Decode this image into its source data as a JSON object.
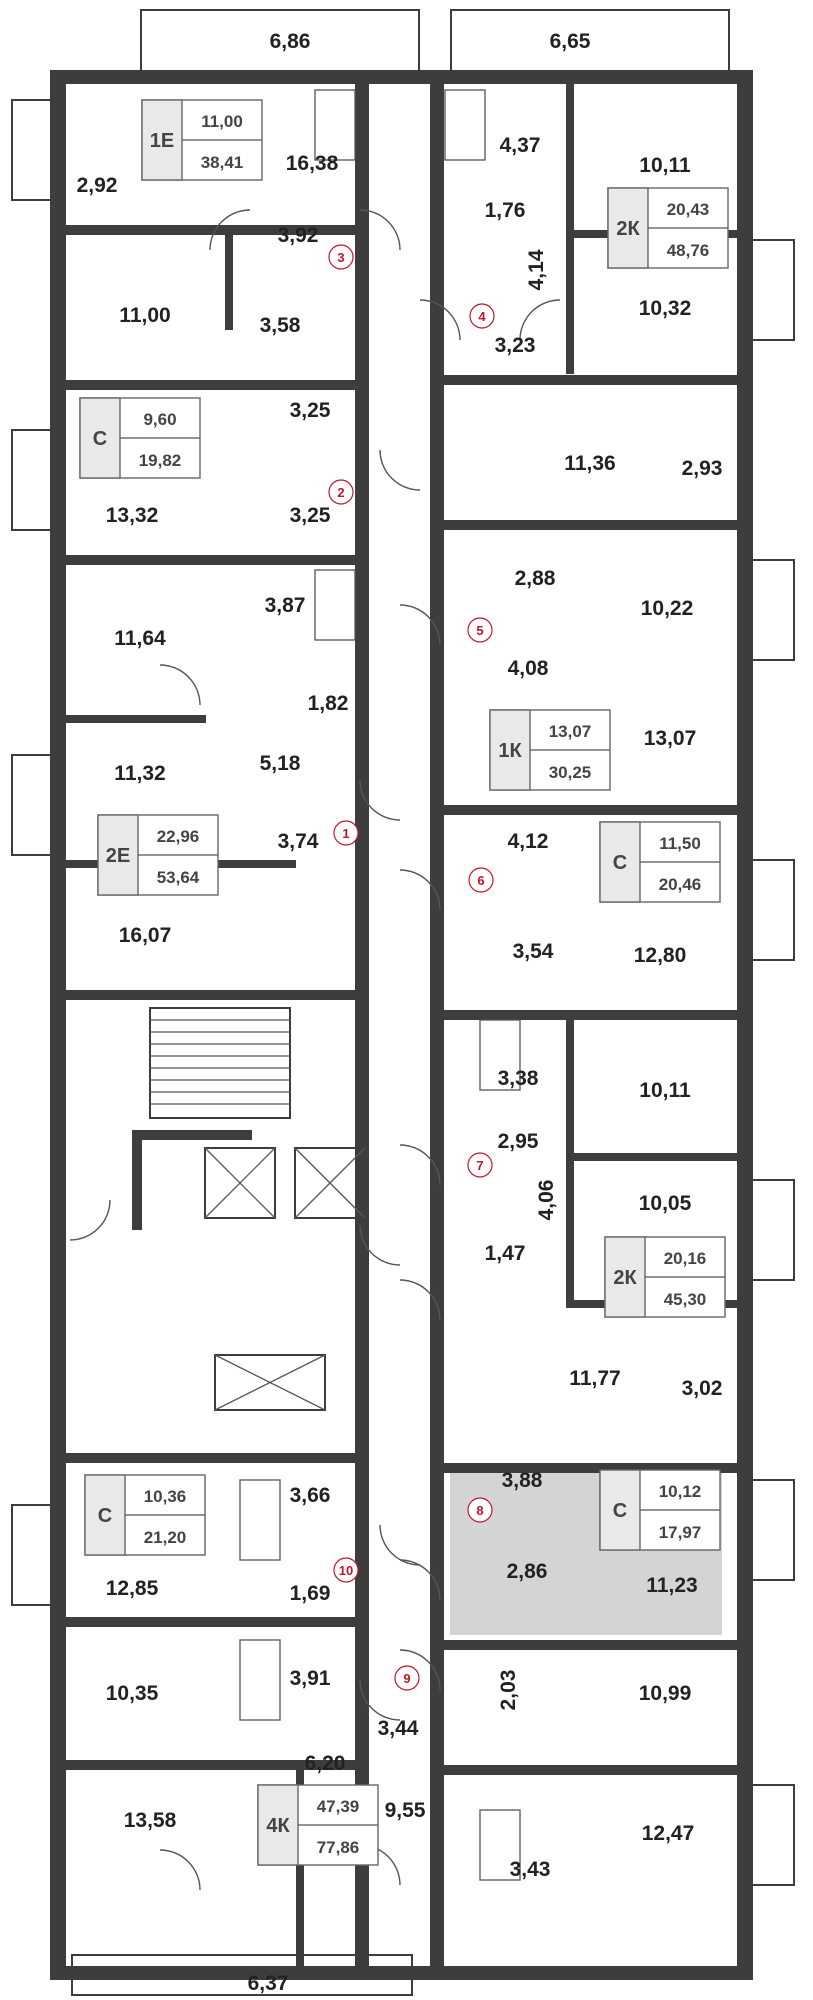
{
  "colors": {
    "wall": "#3d3d3d",
    "highlight": "#d4d4d4",
    "badge": "#c0182a"
  },
  "areas": [
    "6,86",
    "6,65",
    "2,92",
    "16,38",
    "4,37",
    "10,11",
    "11,00",
    "3,92",
    "1,76",
    "4,14",
    "3,58",
    "10,32",
    "3,23",
    "3,25",
    "11,36",
    "2,93",
    "13,32",
    "3,25",
    "2,88",
    "10,22",
    "3,87",
    "11,64",
    "4,08",
    "1,82",
    "5,18",
    "13,07",
    "11,32",
    "3,74",
    "4,12",
    "12,80",
    "16,07",
    "3,54",
    "3,38",
    "10,11",
    "2,95",
    "4,06",
    "10,05",
    "1,47",
    "11,77",
    "3,02",
    "3,88",
    "3,66",
    "2,86",
    "11,23",
    "12,85",
    "1,69",
    "10,35",
    "3,91",
    "2,03",
    "10,99",
    "3,44",
    "6,20",
    "9,55",
    "13,58",
    "12,47",
    "3,43",
    "6,37"
  ],
  "units": [
    {
      "type": "1Е",
      "living": "11,00",
      "total": "38,41"
    },
    {
      "type": "2К",
      "living": "20,43",
      "total": "48,76"
    },
    {
      "type": "С",
      "living": "9,60",
      "total": "19,82"
    },
    {
      "type": "1К",
      "living": "13,07",
      "total": "30,25"
    },
    {
      "type": "2Е",
      "living": "22,96",
      "total": "53,64"
    },
    {
      "type": "С",
      "living": "11,50",
      "total": "20,46"
    },
    {
      "type": "2К",
      "living": "20,16",
      "total": "45,30"
    },
    {
      "type": "С",
      "living": "10,36",
      "total": "21,20"
    },
    {
      "type": "С",
      "living": "10,12",
      "total": "17,97"
    },
    {
      "type": "4К",
      "living": "47,39",
      "total": "77,86"
    }
  ],
  "apartment_numbers": [
    "3",
    "4",
    "2",
    "5",
    "1",
    "6",
    "7",
    "8",
    "10",
    "9"
  ]
}
